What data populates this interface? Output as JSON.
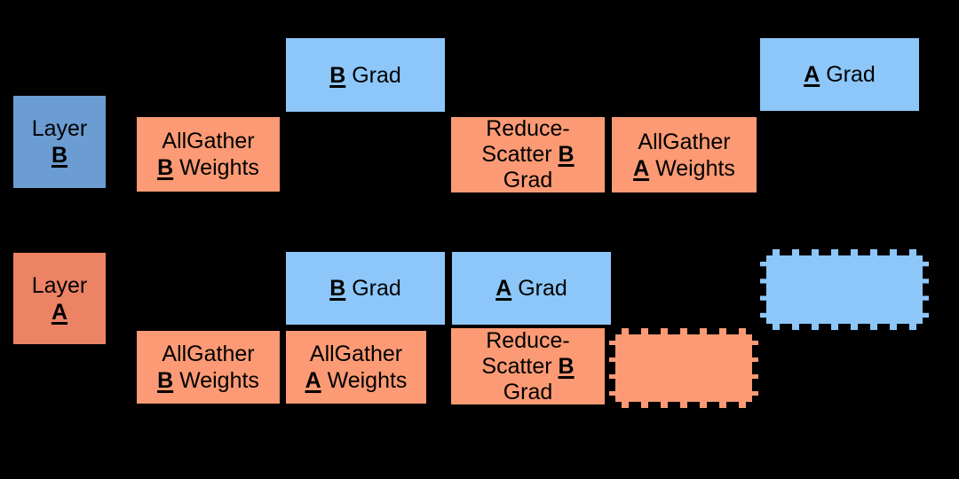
{
  "colors": {
    "background": "#000000",
    "compute_blue": "#8DC7FA",
    "layer_b_blue": "#6B9CD2",
    "comm_orange": "#FB9A74",
    "layer_a_orange": "#EC8365",
    "text": "#000000",
    "border": "#000000"
  },
  "diagram": {
    "timeline_b": {
      "layer": [
        [
          {
            "t": "Layer"
          }
        ],
        [
          {
            "t": "B",
            "em": true
          }
        ]
      ],
      "allgather_b_weights": [
        [
          {
            "t": "AllGather"
          }
        ],
        [
          {
            "t": "B",
            "em": true
          },
          {
            "t": " Weights"
          }
        ]
      ],
      "b_grad": [
        [
          {
            "t": "B",
            "em": true
          },
          {
            "t": " Grad"
          }
        ]
      ],
      "reduce_scatter_b_grad": [
        [
          {
            "t": "Reduce-"
          }
        ],
        [
          {
            "t": "Scatter "
          },
          {
            "t": "B",
            "em": true
          }
        ],
        [
          {
            "t": "Grad"
          }
        ]
      ],
      "allgather_a_weights": [
        [
          {
            "t": "AllGather"
          }
        ],
        [
          {
            "t": "A",
            "em": true
          },
          {
            "t": " Weights"
          }
        ]
      ],
      "a_grad": [
        [
          {
            "t": "A",
            "em": true
          },
          {
            "t": " Grad"
          }
        ]
      ]
    },
    "timeline_a": {
      "layer": [
        [
          {
            "t": "Layer"
          }
        ],
        [
          {
            "t": "A",
            "em": true
          }
        ]
      ],
      "b_grad": [
        [
          {
            "t": "B",
            "em": true
          },
          {
            "t": " Grad"
          }
        ]
      ],
      "a_grad": [
        [
          {
            "t": "A",
            "em": true
          },
          {
            "t": " Grad"
          }
        ]
      ],
      "allgather_b_weights": [
        [
          {
            "t": "AllGather"
          }
        ],
        [
          {
            "t": "B",
            "em": true
          },
          {
            "t": " Weights"
          }
        ]
      ],
      "allgather_a_weights": [
        [
          {
            "t": "AllGather"
          }
        ],
        [
          {
            "t": "A",
            "em": true
          },
          {
            "t": " Weights"
          }
        ]
      ],
      "reduce_scatter_b_grad": [
        [
          {
            "t": "Reduce-"
          }
        ],
        [
          {
            "t": "Scatter "
          },
          {
            "t": "B",
            "em": true
          }
        ],
        [
          {
            "t": "Grad"
          }
        ]
      ]
    }
  }
}
